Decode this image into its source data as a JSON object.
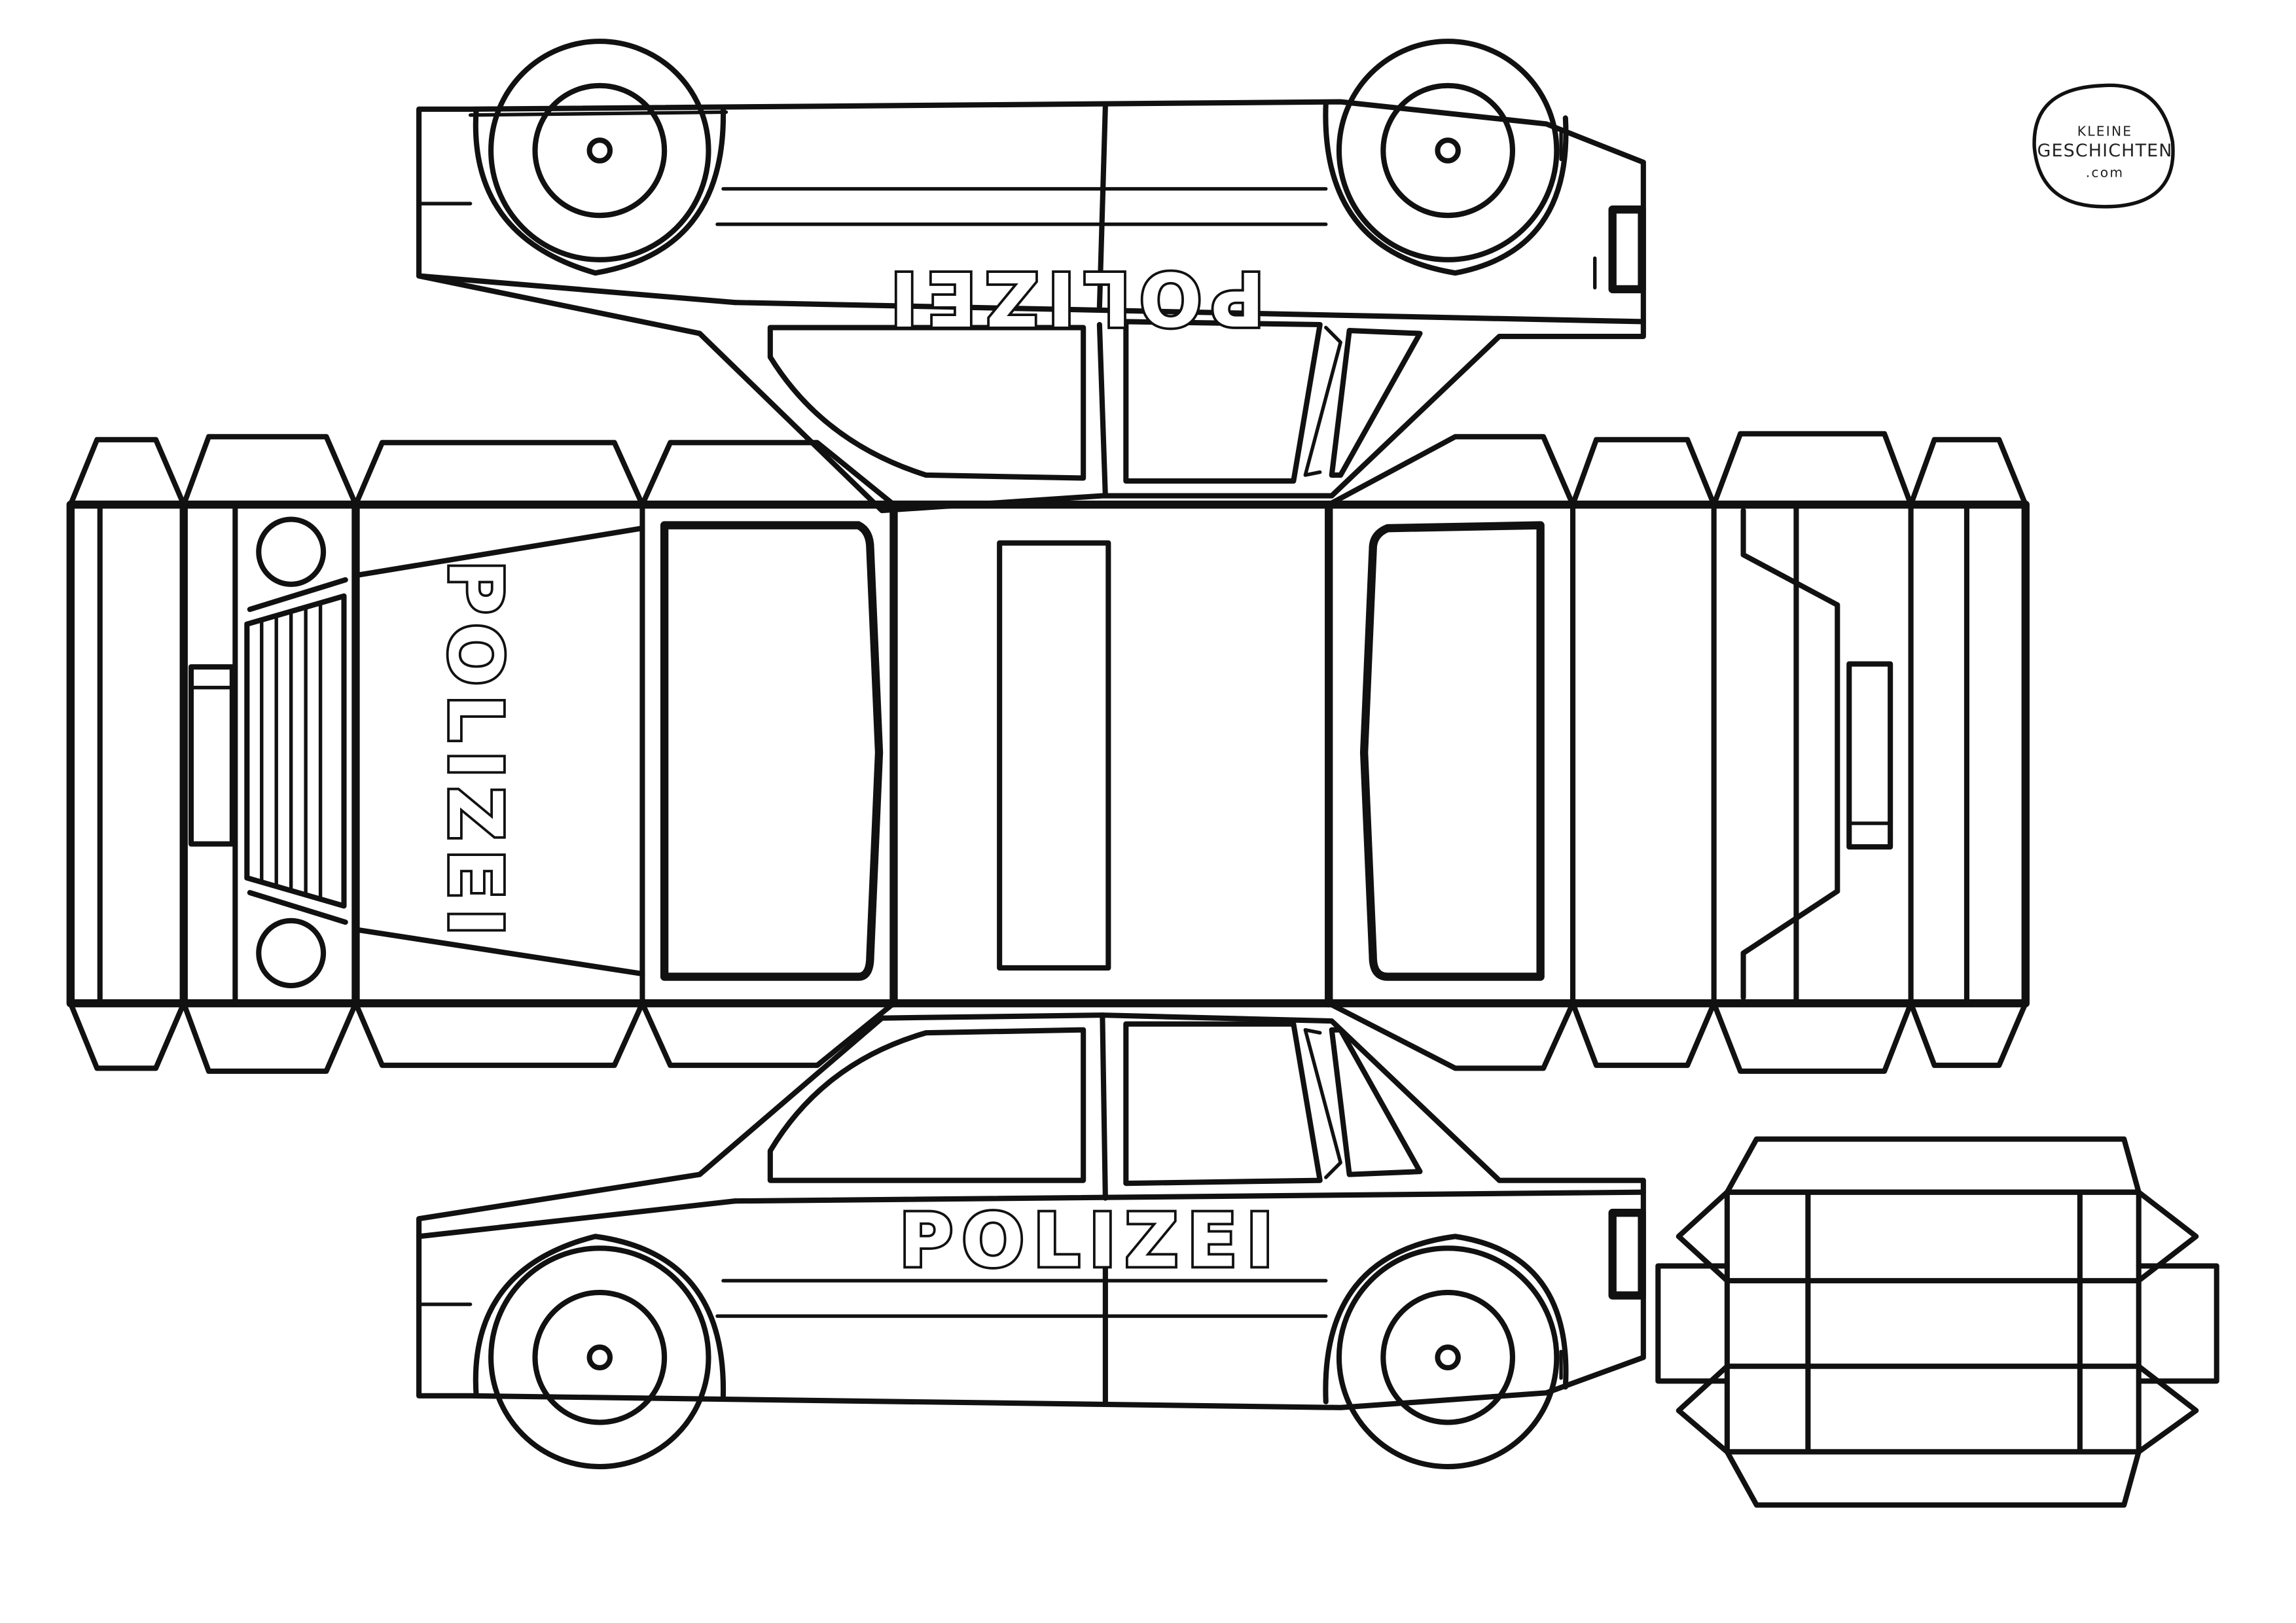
{
  "sheet": {
    "background_color": "#ffffff",
    "line_color": "#111111"
  },
  "labels": {
    "side_top": "POLIZEI",
    "hood": "POLIZEI",
    "side_bottom": "POLIZEI"
  },
  "logo": {
    "top": "KLEINE",
    "main": "GESCHICHTEN",
    "bottom": ".com"
  }
}
